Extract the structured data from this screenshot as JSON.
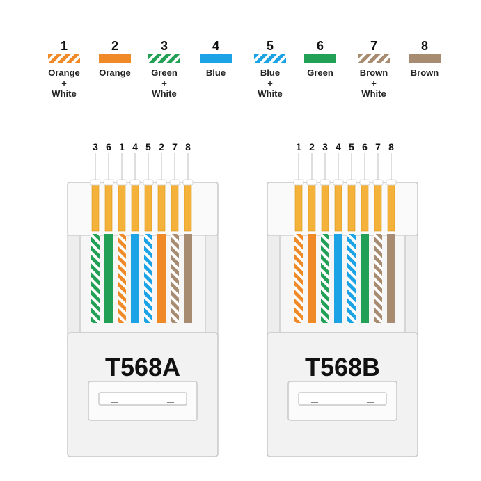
{
  "legend": [
    {
      "num": "1",
      "label": "Orange\n+\nWhite",
      "color": "#f08a28",
      "striped": true
    },
    {
      "num": "2",
      "label": "Orange",
      "color": "#f08a28",
      "striped": false
    },
    {
      "num": "3",
      "label": "Green\n+\nWhite",
      "color": "#22a055",
      "striped": true
    },
    {
      "num": "4",
      "label": "Blue",
      "color": "#1ca3e6",
      "striped": false
    },
    {
      "num": "5",
      "label": "Blue\n+\nWhite",
      "color": "#1ca3e6",
      "striped": true
    },
    {
      "num": "6",
      "label": "Green",
      "color": "#22a055",
      "striped": false
    },
    {
      "num": "7",
      "label": "Brown\n+\nWhite",
      "color": "#a88c72",
      "striped": true
    },
    {
      "num": "8",
      "label": "Brown",
      "color": "#a88c72",
      "striped": false
    }
  ],
  "connectors": [
    {
      "name": "T568A",
      "order": [
        "3",
        "6",
        "1",
        "4",
        "5",
        "2",
        "7",
        "8"
      ]
    },
    {
      "name": "T568B",
      "order": [
        "1",
        "2",
        "3",
        "4",
        "5",
        "6",
        "7",
        "8"
      ]
    }
  ],
  "colors": {
    "gold": "#f4b23a",
    "outline": "#c8c8c8",
    "body": "#f2f2f2"
  }
}
